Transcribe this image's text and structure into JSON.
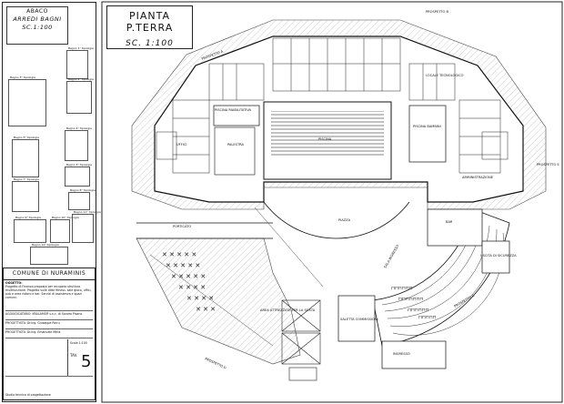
{
  "left_panel": {
    "abaco": {
      "line1": "ABACO",
      "line2": "ARREDI BAGNI",
      "line3": "SC.1:100"
    },
    "detail_labels": [
      "Bagno 1° tipologia",
      "Bagno 2° tipologia",
      "Bagno 3° tipologia",
      "Bagno 4° tipologia",
      "Bagno 5° tipologia",
      "Bagno 6° tipologia",
      "Bagno 7° tipologia",
      "Bagno 8° tipologia",
      "Bagno 9° tipologia",
      "Bagno 10° tipologia",
      "Bagno 11° tipologia",
      "Bagno 12° tipologia"
    ]
  },
  "title_block": {
    "comune": "COMUNE DI NURAMINIS",
    "oggetto_label": "OGGETTO:",
    "oggetto_text": "Progetto di Finanza proposta per recupero struttura multifunzione. Progetto sulle ditte fitness. sale gioco, uffici, pub e area ristoro e bar. Servizi di assistenza e spazi comuni.",
    "aggiudicatario": "AGGIUDICATARIO: KRALAMOR s.n.c. di Sandro Pisano",
    "progettista1": "PROGETTISTA: Dr.Ing. Giuseppe Porru",
    "progettista2": "PROGETTISTA: Dr.Ing. Emanuele Melis",
    "tavola_label": "TAV.",
    "tavola_num": "5",
    "scala": "Scala 1:100",
    "footer": "Studio tecnico di progettazione"
  },
  "drawing": {
    "title": "PIANTA P.TERRA",
    "scale": "SC. 1:100",
    "labels": {
      "prospetto_b": "PROSPETTO B",
      "prospetto_a": "PROSPETTO A",
      "prospetto_c": "PROSPETTO C",
      "prospetto_d": "PROSPETTO D",
      "prospetto_e": "PROSPETTO E",
      "piscina_riabilitativa": "PISCINA RIABILITATIVA",
      "piscina": "PISCINA",
      "piscina_bambini": "PISCINA BAMBINI",
      "locale_tecnologico": "LOCALE TECNOLOGICO",
      "palestra": "PALESTRA",
      "porticato": "PORTICATO",
      "piazza": "PIAZZA",
      "area_attrezzata": "AREA ATTREZZATA PER LA SOSTA",
      "sala_ingresso": "SALA INGRESSO",
      "saletta_commissioni": "SALETTA COMMISSIONI",
      "bar": "BAR",
      "ingresso": "INGRESSO",
      "uscita_sicurezza": "USCITA DI SICUREZZA",
      "uffici": "UFFICI",
      "amministrazione": "AMMINISTRAZIONE"
    }
  }
}
